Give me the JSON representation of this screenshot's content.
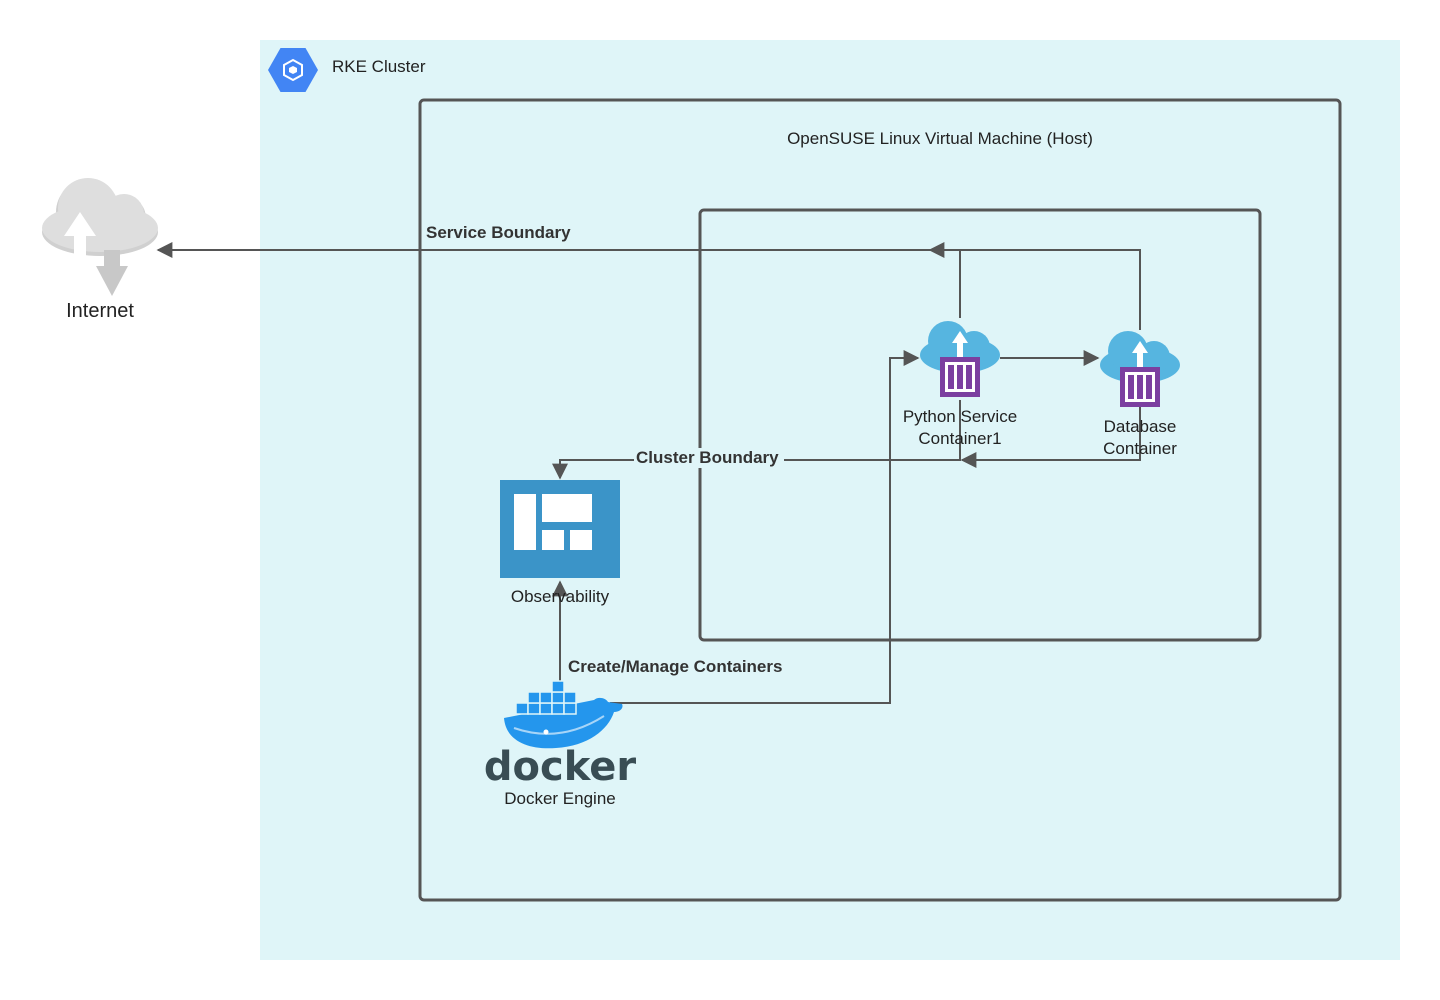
{
  "cluster": {
    "title": "RKE Cluster",
    "icon": "kubernetes-engine-hexagon-icon",
    "background": "#dff5f8",
    "accent": "#4285f4"
  },
  "host": {
    "title": "OpenSUSE Linux Virtual Machine (Host)",
    "border": "#555555"
  },
  "internet": {
    "label": "Internet",
    "icon": "cloud-upload-download-icon",
    "color": "#c8c8c8"
  },
  "nodes": {
    "python_service": {
      "line1": "Python Service",
      "line2": "Container1",
      "icon": "cloud-container-icon"
    },
    "database": {
      "line1": "Database",
      "line2": "Container",
      "icon": "cloud-container-icon"
    },
    "observability": {
      "label": "Observability",
      "icon": "dashboard-panels-icon",
      "color": "#3b94c8"
    },
    "docker": {
      "label": "Docker Engine",
      "wordmark": "docker",
      "icon": "docker-whale-icon",
      "color": "#2496ed"
    }
  },
  "edges": {
    "service_boundary": "Service Boundary",
    "cluster_boundary": "Cluster Boundary",
    "create_manage": "Create/Manage Containers"
  },
  "colors": {
    "cloud_blue": "#56b5e0",
    "container_purple": "#7b3fa0",
    "line": "#555555"
  }
}
